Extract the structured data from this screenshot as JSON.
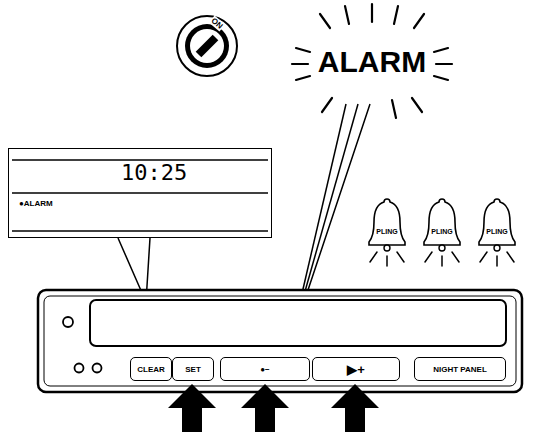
{
  "diagram": {
    "nodes": [
      {
        "text": [
          "10:25",
          "●ALARM"
        ]
      },
      {
        "text": [
          "PLING"
        ]
      },
      {
        "text": [
          "PLING"
        ]
      },
      {
        "text": [
          "PLING"
        ]
      },
      {
        "text": [
          "CLEAR"
        ]
      },
      {
        "text": [
          "SET"
        ]
      },
      {
        "text": [
          "●−"
        ]
      },
      {
        "text": [
          "▶+"
        ]
      },
      {
        "text": [
          "NIGHT PANEL"
        ]
      }
    ],
    "labels": [
      "ON",
      "ALARM"
    ]
  }
}
